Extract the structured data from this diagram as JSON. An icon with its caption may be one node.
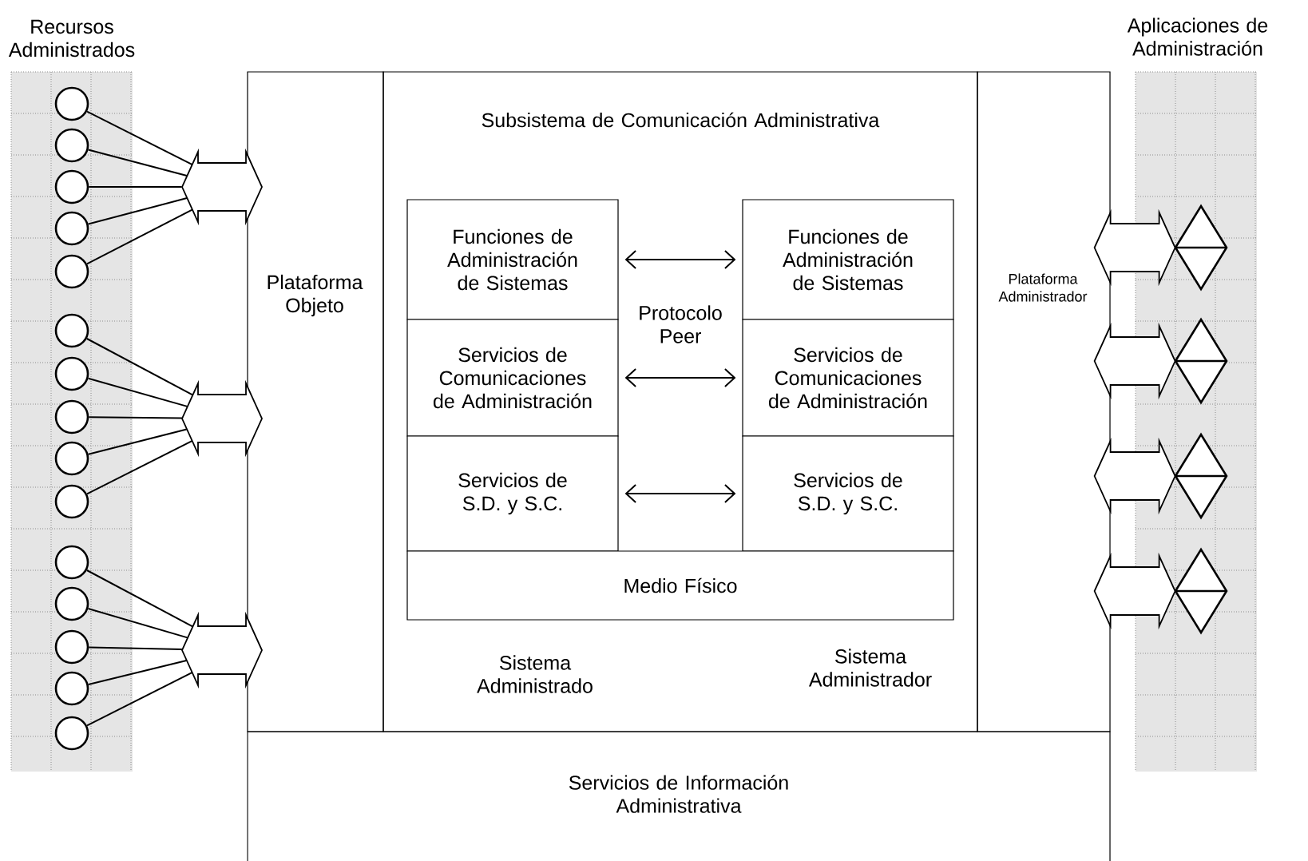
{
  "diagram": {
    "nodes": [
      {
        "text": [
          "Subsistema de Comunicación Administrativa"
        ]
      },
      {
        "text": [
          "Plataforma Objeto"
        ]
      },
      {
        "text": [
          "Plataforma Administrador"
        ]
      },
      {
        "text": [
          "Servicios de Información Administrativa"
        ]
      },
      {
        "text": [
          "Funciones de Administración de Sistemas"
        ],
        "in": 0
      },
      {
        "text": [
          "Servicios de Comunicaciones de Administración"
        ],
        "in": 0
      },
      {
        "text": [
          "Servicios de S.D. y S.C."
        ],
        "in": 0
      },
      {
        "text": [
          "Funciones de Administración de Sistemas"
        ],
        "in": 0
      },
      {
        "text": [
          "Servicios de Comunicaciones de Administración"
        ],
        "in": 0
      },
      {
        "text": [
          "Servicios de S.D. y S.C."
        ],
        "in": 0
      },
      {
        "text": [
          "Medio Físico"
        ],
        "in": 0
      },
      {
        "text": [],
        "shape": "circle"
      },
      {
        "text": [],
        "shape": "circle"
      },
      {
        "text": [],
        "shape": "circle"
      },
      {
        "text": [],
        "shape": "circle"
      },
      {
        "text": [],
        "shape": "circle"
      },
      {
        "text": [],
        "shape": "circle"
      },
      {
        "text": [],
        "shape": "circle"
      },
      {
        "text": [],
        "shape": "circle"
      },
      {
        "text": [],
        "shape": "circle"
      },
      {
        "text": [],
        "shape": "circle"
      },
      {
        "text": [],
        "shape": "circle"
      },
      {
        "text": [],
        "shape": "circle"
      },
      {
        "text": [],
        "shape": "circle"
      },
      {
        "text": [],
        "shape": "circle"
      },
      {
        "text": [],
        "shape": "circle"
      },
      {
        "text": [],
        "shape": "arrow"
      },
      {
        "text": [],
        "shape": "arrow"
      },
      {
        "text": [],
        "shape": "arrow"
      },
      {
        "text": [],
        "shape": "diamond"
      },
      {
        "text": [],
        "shape": "diamond"
      },
      {
        "text": [],
        "shape": "diamond"
      },
      {
        "text": [],
        "shape": "diamond"
      }
    ],
    "edges": [
      {
        "from": 4,
        "to": 7,
        "arrow": "both"
      },
      {
        "from": 5,
        "to": 8,
        "arrow": "both"
      },
      {
        "from": 6,
        "to": 9,
        "arrow": "both"
      },
      {
        "from": 11,
        "to": 26,
        "arrow": "none"
      },
      {
        "from": 12,
        "to": 26,
        "arrow": "none"
      },
      {
        "from": 13,
        "to": 26,
        "arrow": "none"
      },
      {
        "from": 14,
        "to": 26,
        "arrow": "none"
      },
      {
        "from": 15,
        "to": 26,
        "arrow": "none"
      },
      {
        "from": 16,
        "to": 27,
        "arrow": "none"
      },
      {
        "from": 17,
        "to": 27,
        "arrow": "none"
      },
      {
        "from": 18,
        "to": 27,
        "arrow": "none"
      },
      {
        "from": 19,
        "to": 27,
        "arrow": "none"
      },
      {
        "from": 20,
        "to": 27,
        "arrow": "none"
      },
      {
        "from": 21,
        "to": 28,
        "arrow": "none"
      },
      {
        "from": 22,
        "to": 28,
        "arrow": "none"
      },
      {
        "from": 23,
        "to": 28,
        "arrow": "none"
      },
      {
        "from": 24,
        "to": 28,
        "arrow": "none"
      },
      {
        "from": 25,
        "to": 28,
        "arrow": "none"
      },
      {
        "from": 2,
        "to": 29,
        "arrow": "both"
      },
      {
        "from": 2,
        "to": 30,
        "arrow": "both"
      },
      {
        "from": 2,
        "to": 31,
        "arrow": "both"
      },
      {
        "from": 2,
        "to": 32,
        "arrow": "both"
      }
    ],
    "labels": [
      "Recursos Administrados",
      "Aplicaciones de Administración",
      "Protocolo Peer",
      "Sistema Administrado",
      "Sistema Administrador"
    ]
  }
}
